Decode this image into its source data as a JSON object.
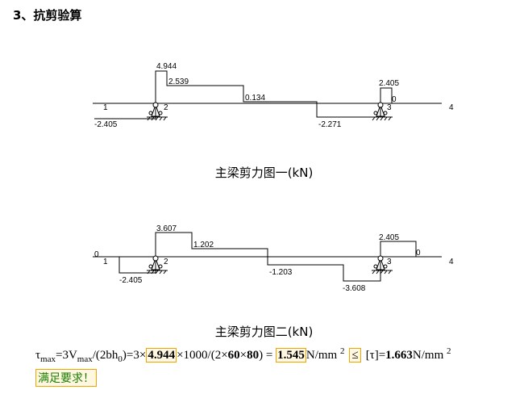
{
  "section_title": "3、抗剪验算",
  "diagram1": {
    "caption": "主梁剪力图一(kN)",
    "values": [
      "4.944",
      "2.539",
      "0.134",
      "-2.271",
      "2.405",
      "0",
      "-2.405"
    ],
    "nodes": [
      "1",
      "2",
      "3",
      "4"
    ]
  },
  "diagram2": {
    "caption": "主梁剪力图二(kN)",
    "values": [
      "3.607",
      "1.202",
      "-1.203",
      "-3.608",
      "2.405",
      "0",
      "-2.405",
      "0"
    ],
    "nodes": [
      "1",
      "2",
      "3",
      "4"
    ]
  },
  "formula": {
    "tau": "τ",
    "tau_sub": "max",
    "eq1": "=3V",
    "v_sub": "max",
    "eq2": "/(2bh",
    "h_sub": "0",
    "eq3": ")=3×",
    "v_value": "4.944",
    "eq4": "×1000/(2×",
    "b_value": "60",
    "times": "×",
    "h_value": "80",
    "eq5": ") = ",
    "result_value": "1.545",
    "unit1": "N/mm ",
    "unit1_sup": "2",
    "leq": "≤",
    "allow_label": "[τ]=",
    "allow_value": "1.663",
    "unit2": "N/mm ",
    "unit2_sup": "2"
  },
  "conclusion": "满足要求！",
  "colors": {
    "highlight_border": "#f0a500",
    "ok_text": "#1a7f00"
  }
}
